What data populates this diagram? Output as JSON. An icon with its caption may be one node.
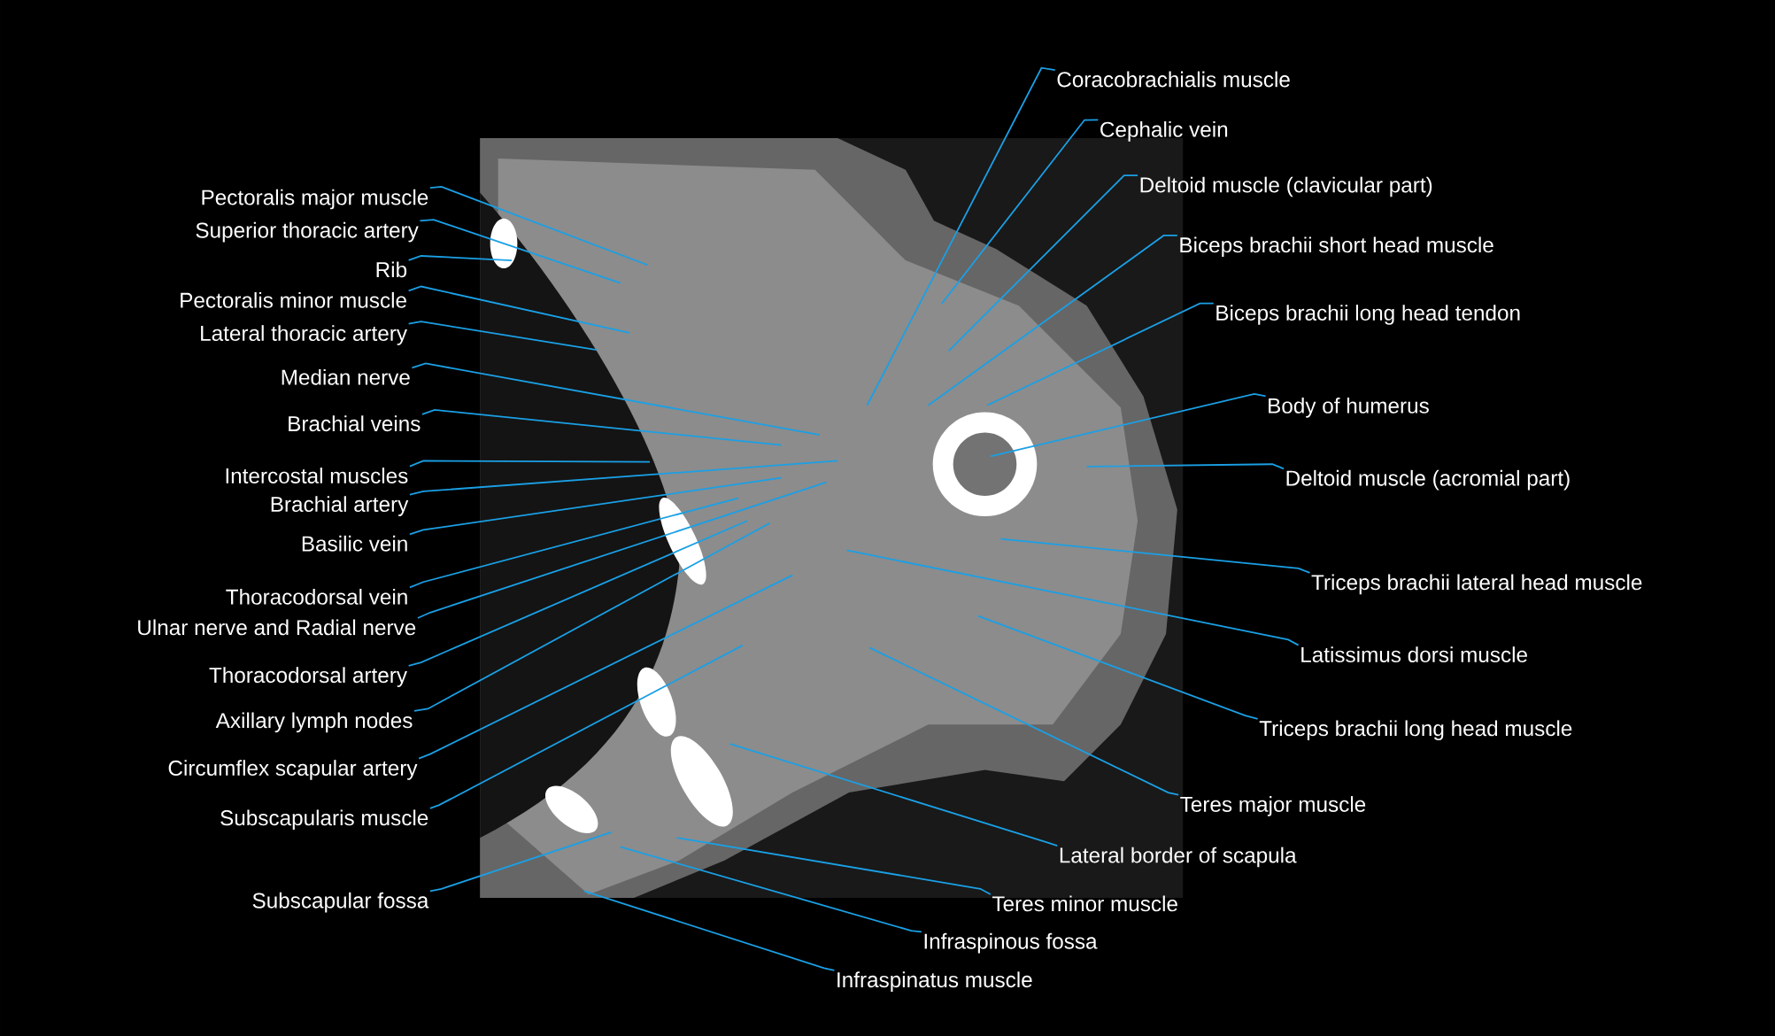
{
  "diagram": {
    "nodes": [
      {
        "text": [
          "Pectoralis major muscle"
        ]
      },
      {
        "text": [
          "Superior thoracic artery"
        ]
      },
      {
        "text": [
          "Rib"
        ]
      },
      {
        "text": [
          "Pectoralis minor muscle"
        ]
      },
      {
        "text": [
          "Lateral thoracic artery"
        ]
      },
      {
        "text": [
          "Median nerve"
        ]
      },
      {
        "text": [
          "Brachial veins"
        ]
      },
      {
        "text": [
          "Intercostal muscles"
        ]
      },
      {
        "text": [
          "Brachial artery"
        ]
      },
      {
        "text": [
          "Basilic vein"
        ]
      },
      {
        "text": [
          "Thoracodorsal vein"
        ]
      },
      {
        "text": [
          "Ulnar nerve and Radial nerve"
        ]
      },
      {
        "text": [
          "Thoracodorsal artery"
        ]
      },
      {
        "text": [
          "Axillary lymph nodes"
        ]
      },
      {
        "text": [
          "Circumflex scapular artery"
        ]
      },
      {
        "text": [
          "Subscapularis muscle"
        ]
      },
      {
        "text": [
          "Subscapular fossa"
        ]
      },
      {
        "text": [
          "Coracobrachialis muscle"
        ]
      },
      {
        "text": [
          "Cephalic vein"
        ]
      },
      {
        "text": [
          "Deltoid muscle (clavicular part)"
        ]
      },
      {
        "text": [
          "Biceps brachii short head muscle"
        ]
      },
      {
        "text": [
          "Biceps brachii long head tendon"
        ]
      },
      {
        "text": [
          "Body of humerus"
        ]
      },
      {
        "text": [
          "Deltoid muscle (acromial part)"
        ]
      },
      {
        "text": [
          "Triceps brachii lateral head muscle"
        ]
      },
      {
        "text": [
          "Latissimus dorsi muscle"
        ]
      },
      {
        "text": [
          "Triceps brachii long head muscle"
        ]
      },
      {
        "text": [
          "Teres major muscle"
        ]
      },
      {
        "text": [
          "Lateral border of scapula"
        ]
      },
      {
        "text": [
          "Teres minor muscle"
        ]
      },
      {
        "text": [
          "Infraspinous fossa"
        ]
      },
      {
        "text": [
          "Infraspinatus muscle"
        ]
      }
    ],
    "edges": [
      {
        "from": 0,
        "to": null,
        "arrow": "none"
      },
      {
        "from": 1,
        "to": null,
        "arrow": "none"
      },
      {
        "from": 2,
        "to": null,
        "arrow": "none"
      },
      {
        "from": 3,
        "to": null,
        "arrow": "none"
      },
      {
        "from": 4,
        "to": null,
        "arrow": "none"
      },
      {
        "from": 5,
        "to": null,
        "arrow": "none"
      },
      {
        "from": 6,
        "to": null,
        "arrow": "none"
      },
      {
        "from": 7,
        "to": null,
        "arrow": "none"
      },
      {
        "from": 8,
        "to": null,
        "arrow": "none"
      },
      {
        "from": 9,
        "to": null,
        "arrow": "none"
      },
      {
        "from": 10,
        "to": null,
        "arrow": "none"
      },
      {
        "from": 11,
        "to": null,
        "arrow": "none"
      },
      {
        "from": 12,
        "to": null,
        "arrow": "none"
      },
      {
        "from": 13,
        "to": null,
        "arrow": "none"
      },
      {
        "from": 14,
        "to": null,
        "arrow": "none"
      },
      {
        "from": 15,
        "to": null,
        "arrow": "none"
      },
      {
        "from": 16,
        "to": null,
        "arrow": "none"
      },
      {
        "from": 17,
        "to": null,
        "arrow": "none"
      },
      {
        "from": 18,
        "to": null,
        "arrow": "none"
      },
      {
        "from": 19,
        "to": null,
        "arrow": "none"
      },
      {
        "from": 20,
        "to": null,
        "arrow": "none"
      },
      {
        "from": 21,
        "to": null,
        "arrow": "none"
      },
      {
        "from": 22,
        "to": null,
        "arrow": "none"
      },
      {
        "from": 23,
        "to": null,
        "arrow": "none"
      },
      {
        "from": 24,
        "to": null,
        "arrow": "none"
      },
      {
        "from": 25,
        "to": null,
        "arrow": "none"
      },
      {
        "from": 26,
        "to": null,
        "arrow": "none"
      },
      {
        "from": 27,
        "to": null,
        "arrow": "none"
      },
      {
        "from": 28,
        "to": null,
        "arrow": "none"
      },
      {
        "from": 29,
        "to": null,
        "arrow": "none"
      },
      {
        "from": 30,
        "to": null,
        "arrow": "none"
      },
      {
        "from": 31,
        "to": null,
        "arrow": "none"
      }
    ]
  }
}
